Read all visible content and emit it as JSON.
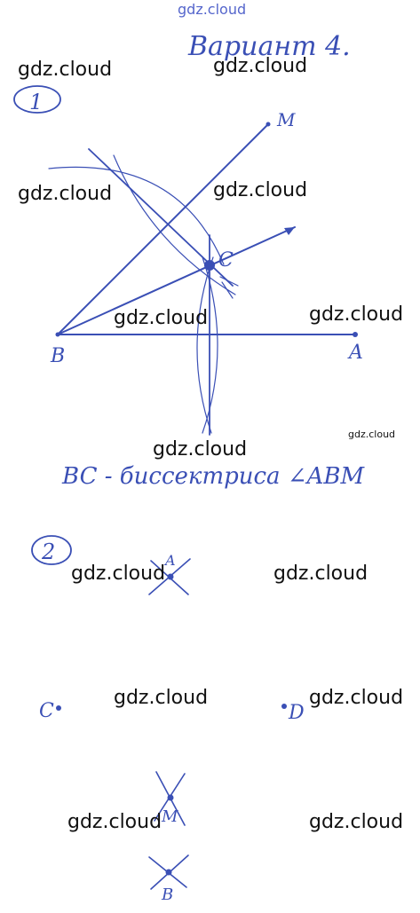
{
  "header": {
    "site": "gdz.cloud",
    "title": "Вариант 4."
  },
  "task1": {
    "number": "1",
    "points": {
      "B": "B",
      "A": "A",
      "M": "M",
      "C": "C"
    },
    "conclusion": "BC - биссектриса ∠ABM"
  },
  "task2": {
    "number": "2",
    "points": {
      "A": "A",
      "C": "C",
      "D": "D",
      "M": "M",
      "B": "B"
    }
  },
  "watermarks": [
    "gdz.cloud",
    "gdz.cloud",
    "gdz.cloud",
    "gdz.cloud",
    "gdz.cloud",
    "gdz.cloud",
    "gdz.cloud",
    "gdz.cloud",
    "gdz.cloud",
    "gdz.cloud",
    "gdz.cloud",
    "gdz.cloud",
    "gdz.cloud",
    "gdz.cloud"
  ],
  "colors": {
    "ink": "#3a4fb5",
    "watermark": "#111111"
  }
}
